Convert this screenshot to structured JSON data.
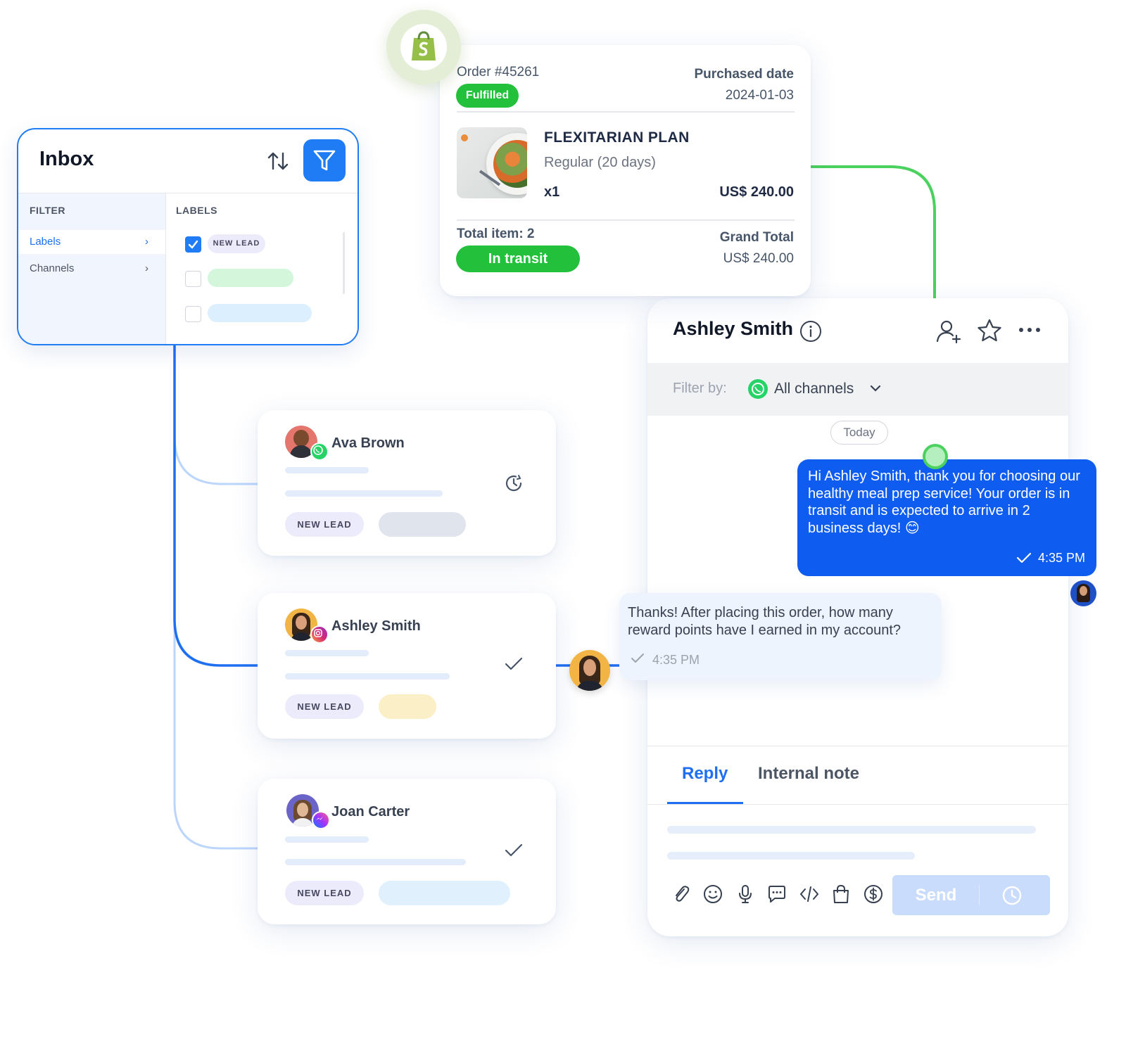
{
  "colors": {
    "primary": "#1f7cf5",
    "success": "#22c03b",
    "outgoing_bubble": "#0f5cf0",
    "connector_green": "#4bd15e"
  },
  "inbox": {
    "title": "Inbox",
    "filter_header": "FILTER",
    "labels_header": "LABELS",
    "filter_items": [
      {
        "label": "Labels",
        "active": true
      },
      {
        "label": "Channels",
        "active": false
      }
    ],
    "label_options": [
      {
        "text": "NEW LEAD",
        "checked": true
      },
      {
        "text": "",
        "checked": false
      },
      {
        "text": "",
        "checked": false
      }
    ],
    "icons": {
      "sort": "sort-arrows-icon",
      "filter": "funnel-icon"
    }
  },
  "order": {
    "order_number": "Order #45261",
    "status": "Fulfilled",
    "purchased_label": "Purchased date",
    "purchased_date": "2024-01-03",
    "product_name": "FLEXITARIAN PLAN",
    "product_variant": "Regular (20 days)",
    "quantity": "x1",
    "price": "US$ 240.00",
    "total_items": "Total item: 2",
    "shipping_status": "In transit",
    "grand_total_label": "Grand Total",
    "grand_total": "US$ 240.00",
    "source_icon": "shopify-bag-icon"
  },
  "contacts": [
    {
      "name": "Ava Brown",
      "channel": "whatsapp",
      "tag": "NEW LEAD",
      "status_icon": "clock-icon"
    },
    {
      "name": "Ashley Smith",
      "channel": "instagram",
      "tag": "NEW LEAD",
      "status_icon": "check-icon"
    },
    {
      "name": "Joan Carter",
      "channel": "messenger",
      "tag": "NEW LEAD",
      "status_icon": "check-icon"
    }
  ],
  "chat": {
    "contact_name": "Ashley Smith",
    "filter_label": "Filter by:",
    "channel_filter": "All channels",
    "date_separator": "Today",
    "outgoing_message": "Hi Ashley Smith, thank you for choosing our healthy meal prep service!  Your order is in transit and is expected to arrive in 2 business days! 😊",
    "outgoing_time": "4:35 PM",
    "incoming_message": "Thanks! After placing this order, how many reward points have I earned in my account?",
    "incoming_time": "4:35 PM",
    "tabs": [
      {
        "label": "Reply",
        "active": true
      },
      {
        "label": "Internal note",
        "active": false
      }
    ],
    "send_label": "Send",
    "header_icons": [
      "info-icon",
      "add-user-icon",
      "star-icon",
      "more-icon"
    ],
    "toolbar_icons": [
      "paperclip-icon",
      "emoji-icon",
      "microphone-icon",
      "quick-reply-icon",
      "code-icon",
      "shopping-bag-icon",
      "dollar-icon"
    ]
  }
}
